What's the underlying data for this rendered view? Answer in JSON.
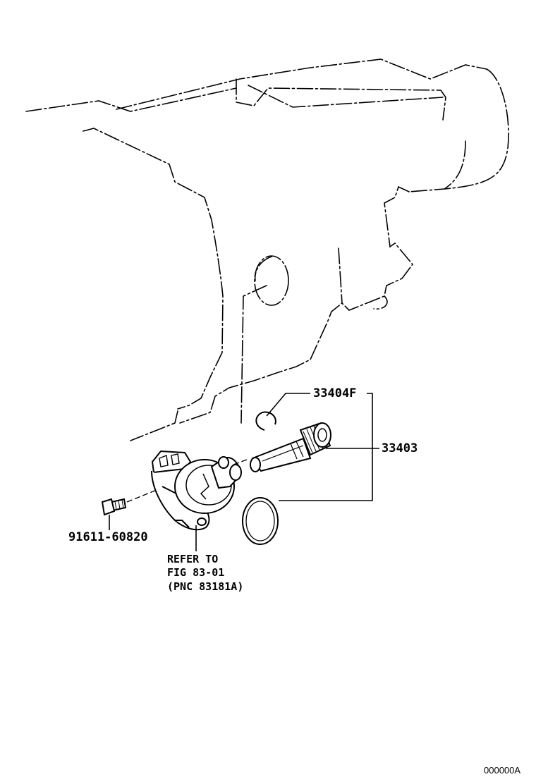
{
  "callouts": {
    "retainer": "33404F",
    "driven_gear": "33403",
    "bolt": "91611-60820"
  },
  "note": {
    "line1": "REFER TO",
    "line2": "FIG 83-01",
    "line3": "(PNC 83181A)"
  },
  "image_ref": "000000A"
}
